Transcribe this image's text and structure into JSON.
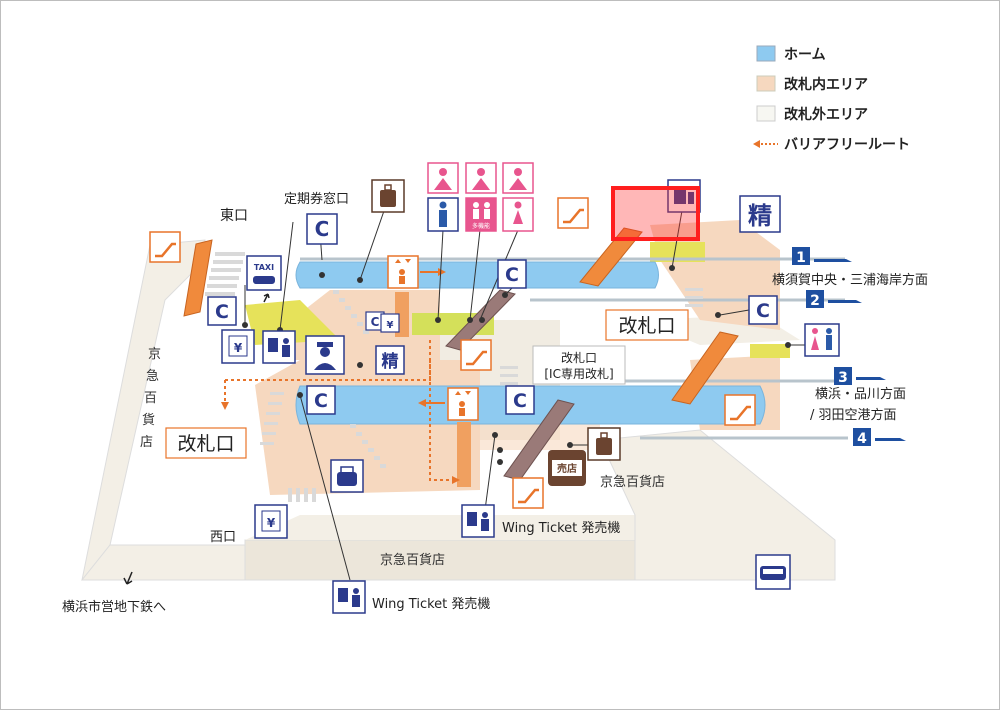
{
  "legend": {
    "platform": "ホーム",
    "inside_gate": "改札内エリア",
    "outside_gate": "改札外エリア",
    "barrier_free": "バリアフリールート"
  },
  "labels": {
    "east_exit": "東口",
    "west_exit": "西口",
    "commuter_pass_office": "定期券窓口",
    "ticket_gate_center": "改札口",
    "ticket_gate_left": "改札口",
    "ticket_gate_ic_line1": "改札口",
    "ticket_gate_ic_line2": "[IC専用改札]",
    "dept_store_left": "京急百貨店",
    "dept_store_right": "京急百貨店",
    "dept_store_bottom": "京急百貨店",
    "wing_ticket_1": "Wing Ticket 発売機",
    "wing_ticket_2": "Wing Ticket 発売機",
    "subway": "横浜市営地下鉄へ",
    "fare_adjust_top": "精",
    "fare_adjust_mid": "精",
    "shop": "売店",
    "taxi": "TAXI",
    "yen": "¥",
    "multi_toilet": "多機能"
  },
  "tracks": [
    {
      "number": "1",
      "direction": "横須賀中央・三浦海岸方面"
    },
    {
      "number": "2",
      "direction": ""
    },
    {
      "number": "3",
      "direction": "横浜・品川方面"
    },
    {
      "number": "4",
      "direction": "/ 羽田空港方面"
    }
  ],
  "colors": {
    "platform": "#8ecaf0",
    "inside_gate": "#f6d8bf",
    "outside_gate": "#f7f7f2",
    "outside_gate_dark": "#ece6da",
    "barrier_free": "#e8742a",
    "icon_navy": "#2b3a8c",
    "icon_orange": "#e8742a",
    "icon_pink": "#e8558e",
    "highlight": "#ff2020",
    "toilet_yellow": "#e6e25a",
    "escalator": "#f08a3c"
  }
}
